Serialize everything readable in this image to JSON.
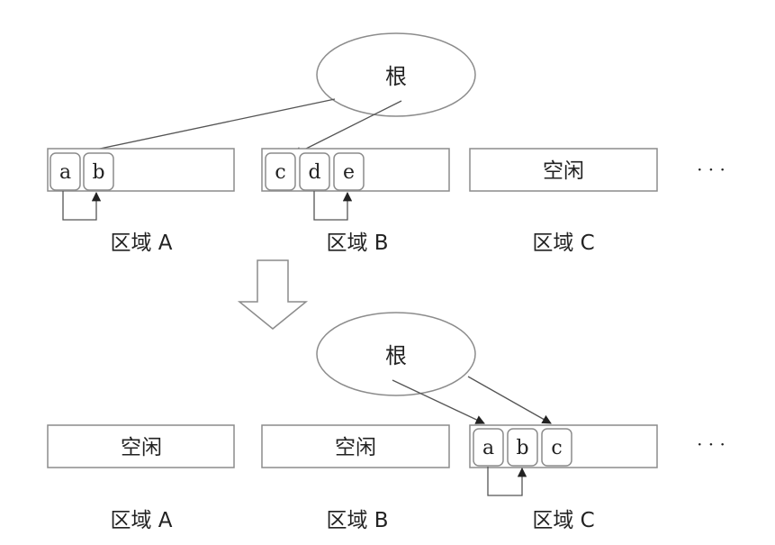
{
  "root_label": "根",
  "free_label": "空闲",
  "regions": {
    "a": "区域 A",
    "b": "区域 B",
    "c": "区域 C"
  },
  "objects": {
    "a": "a",
    "b": "b",
    "c": "c",
    "d": "d",
    "e": "e"
  },
  "ellipsis": "· · ·"
}
